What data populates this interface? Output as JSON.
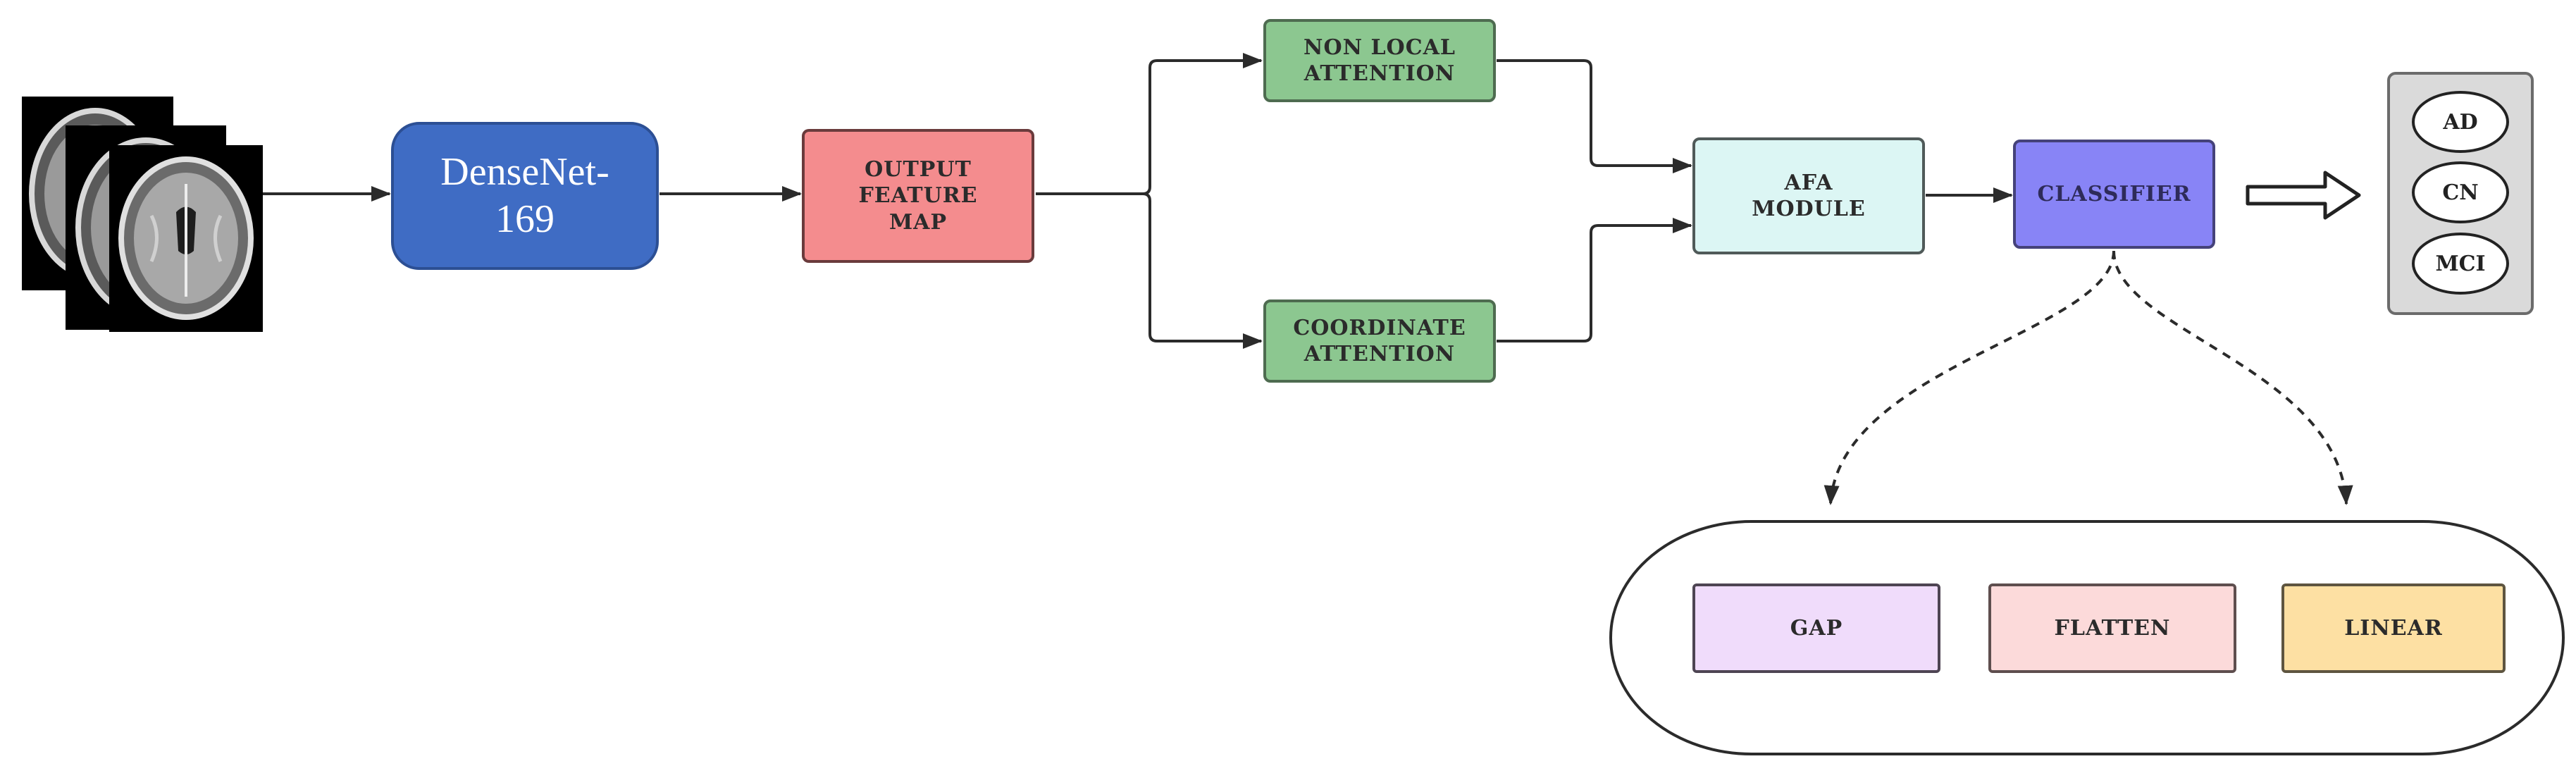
{
  "nodes": {
    "densenet": "DenseNet-\n169",
    "output_feature_map": "OUTPUT\nFEATURE\nMAP",
    "non_local_attention": "NON LOCAL\nATTENTION",
    "coordinate_attention": "COORDINATE\nATTENTION",
    "afa_module": "AFA\nMODULE",
    "classifier": "CLASSIFIER",
    "gap": "GAP",
    "flatten": "FLATTEN",
    "linear": "LINEAR"
  },
  "outputs": {
    "classes": [
      "AD",
      "CN",
      "MCI"
    ]
  },
  "colors": {
    "densenet": "#3f6cc4",
    "output_feature_map": "#f48c8e",
    "attention": "#8cc790",
    "afa_module": "#dcf6f4",
    "classifier": "#8884f6",
    "gap": "#f0dcfb",
    "flatten": "#fcdada",
    "linear": "#fde0a3",
    "output_panel": "#dadada"
  },
  "icons": {
    "input": "brain-mri-slices-icon",
    "output_arrow": "hollow-right-arrow-icon"
  }
}
